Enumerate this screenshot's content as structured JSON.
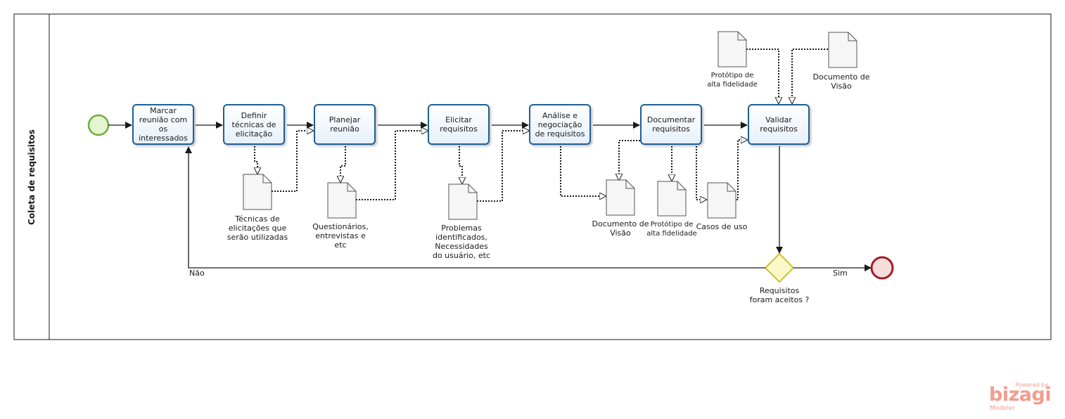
{
  "pool": {
    "label": "Coleta de requisitos"
  },
  "tasks": {
    "marcar_reuniao": "Marcar reunião com os interessados",
    "definir_tecnicas": "Definir técnicas de elicitação",
    "planejar_reuniao": "Planejar reunião",
    "elicitar_requisitos": "Elicitar requisitos",
    "analise_negociacao": "Análise e negociação de requisitos",
    "documentar_requisitos": "Documentar requisitos",
    "validar_requisitos": "Validar requisitos"
  },
  "artifacts": {
    "tecnicas": "Técnicas de\nelicitações que\nserão utilizadas",
    "questionarios": "Questionários,\nentrevistas e\netc",
    "problemas": "Problemas\nidentificados,\nNecessidades\ndo usuário, etc",
    "doc_visao_bottom": "Documento de\nVisão",
    "prototipo_bottom": "Protótipo de\nalta fidelidade",
    "casos_uso": "Casos de uso",
    "prototipo_top": "Protótipo de\nalta fidelidade",
    "doc_visao_top": "Documento de\nVisão"
  },
  "gateway": {
    "label": "Requisitos\nforam aceitos ?"
  },
  "flows": {
    "nao": "Não",
    "sim": "Sim"
  },
  "logo": {
    "powered": "Powered by",
    "brand": "bizagi",
    "modeler": "Modeler"
  },
  "colors": {
    "task_border": "#1f5f96",
    "start_event": "#6fae3e",
    "end_event": "#a11c25",
    "gateway": "#c9c23a",
    "logo": "#f19d8e"
  }
}
